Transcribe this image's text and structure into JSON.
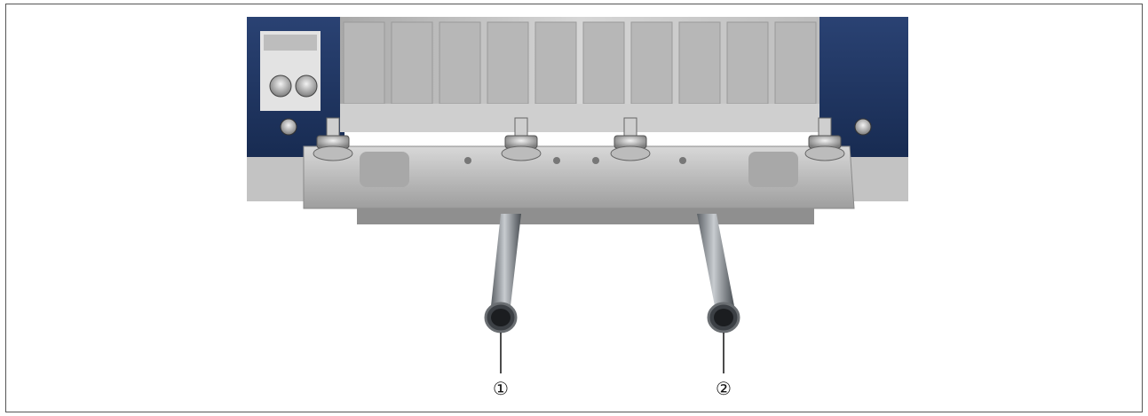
{
  "figure": {
    "callouts": [
      {
        "label": "①",
        "part": "pipe-left"
      },
      {
        "label": "②",
        "part": "pipe-right"
      }
    ],
    "colors": {
      "frame_border": "#555555",
      "heatsink": "#c9c9c9",
      "housing_blue": "#1f3560",
      "plate_silver": "#b9b9b9",
      "pipe": "#8e9398"
    }
  }
}
